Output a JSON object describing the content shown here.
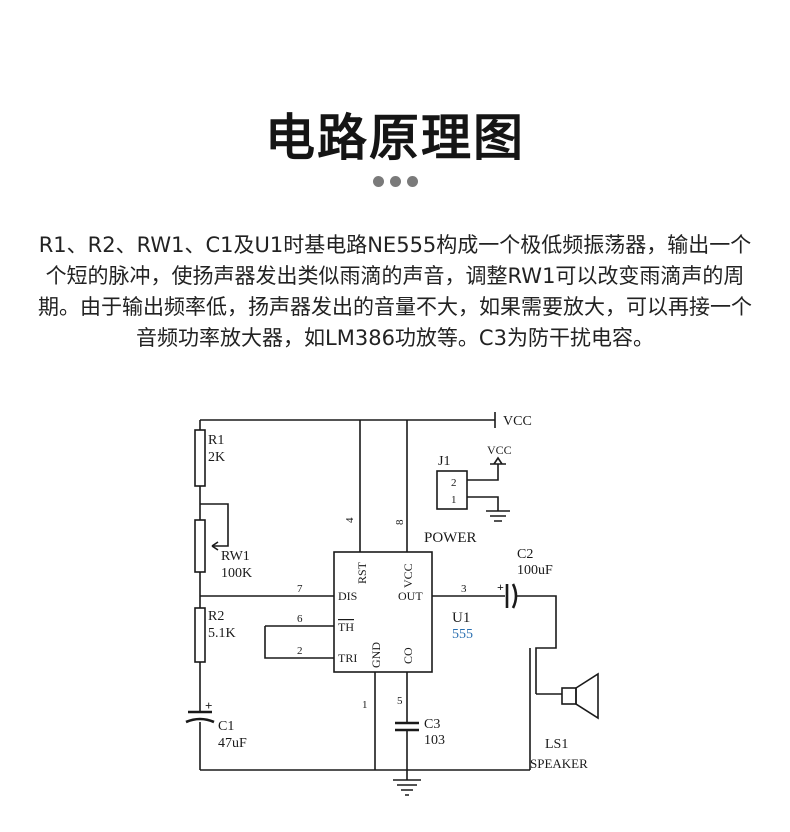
{
  "header": {
    "title": "电路原理图",
    "description": "R1、R2、RW1、C1及U1时基电路NE555构成一个极低频振荡器，输出一个个短的脉冲，使扬声器发出类似雨滴的声音，调整RW1可以改变雨滴声的周期。由于输出频率低，扬声器发出的音量不大，如果需要放大，可以再接一个音频功率放大器，如LM386功放等。C3为防干扰电容。"
  },
  "schematic": {
    "supply": "VCC",
    "components": {
      "r1": {
        "ref": "R1",
        "value": "2K"
      },
      "rw1": {
        "ref": "RW1",
        "value": "100K"
      },
      "r2": {
        "ref": "R2",
        "value": "5.1K"
      },
      "c1": {
        "ref": "C1",
        "value": "47uF",
        "polarity": "+"
      },
      "c2": {
        "ref": "C2",
        "value": "100uF",
        "polarity": "+"
      },
      "c3": {
        "ref": "C3",
        "value": "103"
      },
      "u1": {
        "ref": "U1",
        "part": "555"
      },
      "j1": {
        "ref": "J1",
        "label": "POWER",
        "pin1": "1",
        "pin2": "2",
        "supply": "VCC"
      },
      "ls1": {
        "ref": "LS1",
        "label": "SPEAKER"
      }
    },
    "ic_pins": {
      "rst": "RST",
      "vcc": "VCC",
      "dis": "DIS",
      "out": "OUT",
      "th": "TH",
      "tri": "TRI",
      "gnd": "GND",
      "co": "CO",
      "n1": "1",
      "n2": "2",
      "n3": "3",
      "n4": "4",
      "n5": "5",
      "n6": "6",
      "n7": "7",
      "n8": "8"
    }
  },
  "colors": {
    "ink": "#1a1a1a",
    "ic_blue": "#2a6fb0",
    "dots": "#7a7a7a"
  }
}
